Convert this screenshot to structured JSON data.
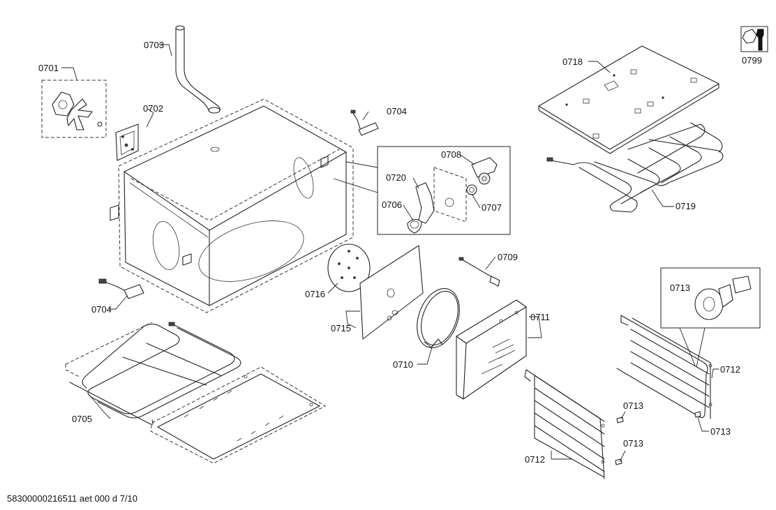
{
  "diagram": {
    "labels": {
      "l0701": "0701",
      "l0702": "0702",
      "l0703": "0703",
      "l0704a": "0704",
      "l0704b": "0704",
      "l0705": "0705",
      "l0706": "0706",
      "l0707": "0707",
      "l0708": "0708",
      "l0709": "0709",
      "l0710": "0710",
      "l0711": "0711",
      "l0712a": "0712",
      "l0712b": "0712",
      "l0713a": "0713",
      "l0713b": "0713",
      "l0713c": "0713",
      "l0713d": "0713",
      "l0715": "0715",
      "l0716": "0716",
      "l0718": "0718",
      "l0719": "0719",
      "l0720": "0720",
      "l0799": "0799"
    },
    "footer": "58300000216511 aet 000 d 7/10"
  }
}
